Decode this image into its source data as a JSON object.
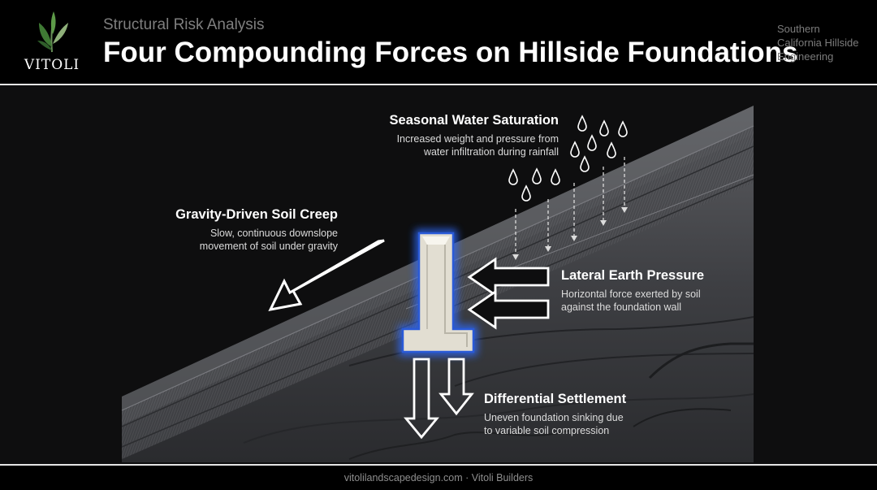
{
  "brand": {
    "name": "VITOLI",
    "logo_icon": "olive-leaf-icon"
  },
  "header": {
    "subtitle": "Structural Risk Analysis",
    "title": "Four Compounding Forces on Hillside Foundations",
    "region_lines": [
      "Southern",
      "California Hillside",
      "Engineering"
    ]
  },
  "forces": {
    "water": {
      "title": "Seasonal Water Saturation",
      "desc_lines": [
        "Increased weight and pressure from",
        "water infiltration during rainfall"
      ]
    },
    "creep": {
      "title": "Gravity-Driven Soil Creep",
      "desc_lines": [
        "Slow, continuous downslope",
        "movement of soil under gravity"
      ]
    },
    "lateral": {
      "title": "Lateral Earth Pressure",
      "desc_lines": [
        "Horizontal force exerted by soil",
        "against the foundation wall"
      ]
    },
    "settlement": {
      "title": "Differential Settlement",
      "desc_lines": [
        "Uneven foundation sinking due",
        "to variable soil compression"
      ]
    }
  },
  "footer": {
    "text": "vitolilandscapedesign.com · Vitoli Builders"
  },
  "colors": {
    "background": "#000000",
    "glow": "#2f6bff",
    "foundation": "#e2ded2",
    "soil": "#3f4044"
  }
}
